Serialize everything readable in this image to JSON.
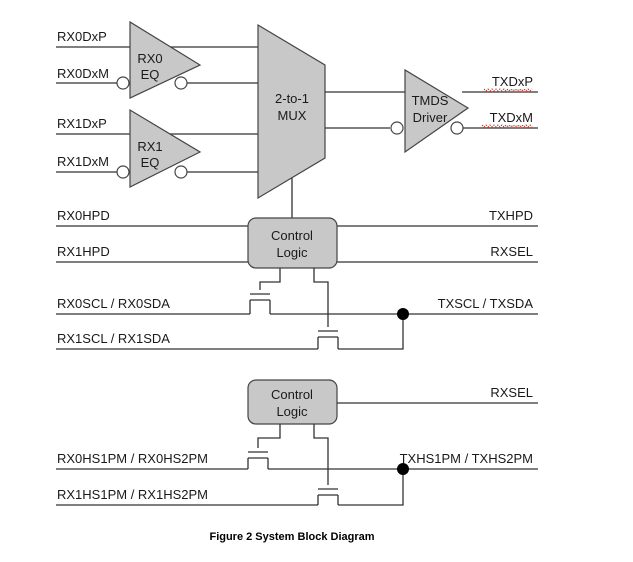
{
  "inputs": {
    "rx0dxp": "RX0DxP",
    "rx0dxm": "RX0DxM",
    "rx1dxp": "RX1DxP",
    "rx1dxm": "RX1DxM",
    "rx0hpd": "RX0HPD",
    "rx1hpd": "RX1HPD",
    "rx0i2c": "RX0SCL / RX0SDA",
    "rx1i2c": "RX1SCL / RX1SDA",
    "rx0hs": "RX0HS1PM / RX0HS2PM",
    "rx1hs": "RX1HS1PM / RX1HS2PM"
  },
  "outputs": {
    "txdxp": "TXDxP",
    "txdxm": "TXDxM",
    "txhpd": "TXHPD",
    "rxsel": "RXSEL",
    "txi2c": "TXSCL / TXSDA",
    "rxsel2": "RXSEL",
    "txhs": "TXHS1PM / TXHS2PM"
  },
  "blocks": {
    "rx0eq": [
      "RX0",
      "EQ"
    ],
    "rx1eq": [
      "RX1",
      "EQ"
    ],
    "mux": [
      "2-to-1",
      "MUX"
    ],
    "tmds": [
      "TMDS",
      "Driver"
    ],
    "ctrl1": [
      "Control",
      "Logic"
    ],
    "ctrl2": [
      "Control",
      "Logic"
    ]
  },
  "caption": "Figure 2 System Block Diagram",
  "colors": {
    "block_fill": "#c8c8c8",
    "outline": "#444444",
    "wire": "#333333",
    "spellcheck_underline": "#c0392b"
  }
}
